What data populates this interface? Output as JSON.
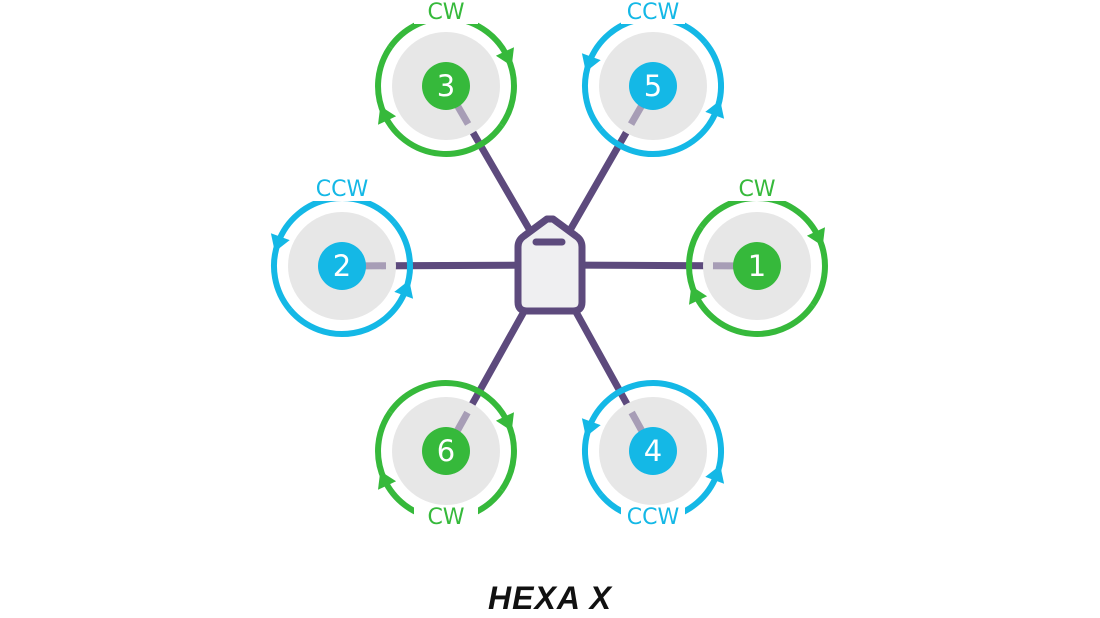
{
  "title": "HEXA X",
  "colors": {
    "cw": "#36b93b",
    "ccw": "#14b8e6",
    "arm": "#5d4a7d",
    "arm_tip": "#a79db6",
    "prop_disc": "#e7e7e7",
    "body_fill": "#efeff1"
  },
  "motors": [
    {
      "number": "1",
      "direction": "CW"
    },
    {
      "number": "2",
      "direction": "CCW"
    },
    {
      "number": "3",
      "direction": "CW"
    },
    {
      "number": "4",
      "direction": "CCW"
    },
    {
      "number": "5",
      "direction": "CCW"
    },
    {
      "number": "6",
      "direction": "CW"
    }
  ]
}
